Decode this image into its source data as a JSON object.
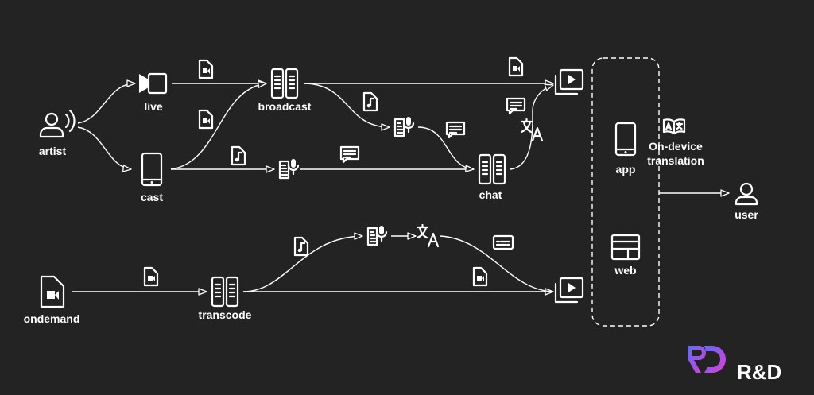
{
  "nodes": {
    "artist": "artist",
    "live": "live",
    "cast": "cast",
    "broadcast": "broadcast",
    "chat": "chat",
    "ondemand": "ondemand",
    "transcode": "transcode",
    "app": "app",
    "web": "web",
    "on_device_line1": "On-device",
    "on_device_line2": "translation",
    "user": "user"
  },
  "brand": {
    "text": "R&D",
    "gradient_start": "#5b6cff",
    "gradient_end": "#e23bd3"
  },
  "colors": {
    "background": "#232323",
    "foreground": "#ffffff"
  },
  "icons": {
    "artist": "speaking-person-icon",
    "live": "video-camera-icon",
    "cast": "smartphone-icon",
    "broadcast": "server-icon",
    "chat": "server-icon",
    "transcode": "server-icon",
    "speech_to_text": "speech-to-text-icon",
    "translate": "translate-icon",
    "player": "video-library-icon",
    "video_file": "video-file-icon",
    "audio_file": "audio-file-icon",
    "message": "chat-bubble-icon",
    "subtitles": "subtitles-icon",
    "app": "smartphone-icon",
    "web": "browser-window-icon",
    "on_device": "translate-book-icon",
    "user": "user-icon"
  }
}
